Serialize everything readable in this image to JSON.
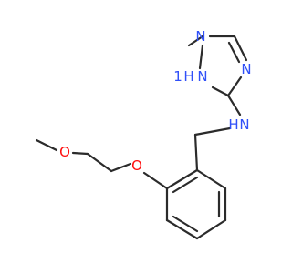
{
  "molecule": {
    "atoms": {
      "n_triazole_1": "N",
      "n_triazole_2": "N",
      "nh_triazole": "N",
      "nh_triazole_h": "H",
      "nh_triazole_h_index": "1",
      "nh_amine": "N",
      "nh_amine_h": "H",
      "o_ether": "O",
      "o_methoxy": "O"
    },
    "colors": {
      "nitrogen": "#3050f8",
      "oxygen": "#ff0d0d",
      "bond": "#2b2b2b"
    }
  }
}
